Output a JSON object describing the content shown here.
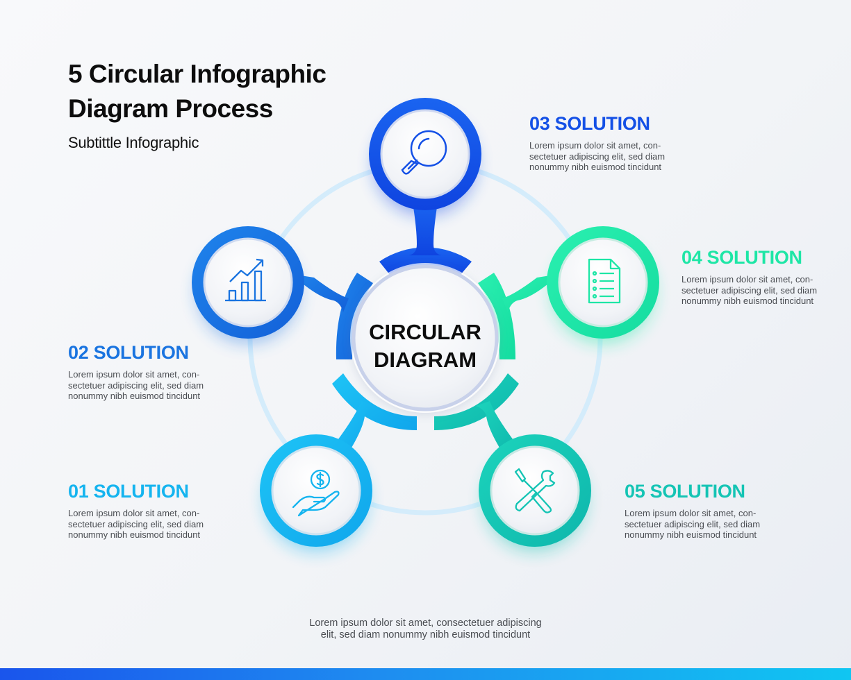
{
  "title": {
    "line1": "5 Circular Infographic",
    "line2": "Diagram Process"
  },
  "subtitle": "Subtittle Infographic",
  "center": {
    "line1": "CIRCULAR",
    "line2": "DIAGRAM"
  },
  "colors": {
    "s01": "#14b4ef",
    "s02": "#1a74e0",
    "s03": "#1450e6",
    "s04": "#1ee6a6",
    "s05": "#14c4b4",
    "ring": "#d2ebfb",
    "bottom_bar": "#1a55ec"
  },
  "solutions": [
    {
      "title": "01 SOLUTION",
      "icon": "money-hand-icon",
      "text": [
        "Lorem ipsum dolor sit amet, con-",
        "sectetuer adipiscing elit, sed diam",
        "nonummy nibh euismod tincidunt"
      ]
    },
    {
      "title": "02 SOLUTION",
      "icon": "growth-chart-icon",
      "text": [
        "Lorem ipsum dolor sit amet, con-",
        "sectetuer adipiscing elit, sed diam",
        "nonummy nibh euismod tincidunt"
      ]
    },
    {
      "title": "03 SOLUTION",
      "icon": "search-icon",
      "text": [
        "Lorem ipsum dolor sit amet, con-",
        "sectetuer adipiscing elit, sed diam",
        "nonummy nibh euismod tincidunt"
      ]
    },
    {
      "title": "04 SOLUTION",
      "icon": "document-list-icon",
      "text": [
        "Lorem ipsum dolor sit amet, con-",
        "sectetuer adipiscing elit, sed diam",
        "nonummy nibh euismod tincidunt"
      ]
    },
    {
      "title": "05 SOLUTION",
      "icon": "tools-icon",
      "text": [
        "Lorem ipsum dolor sit amet, con-",
        "sectetuer adipiscing elit, sed diam",
        "nonummy nibh euismod tincidunt"
      ]
    }
  ],
  "footer": {
    "line1": "Lorem ipsum dolor sit amet, consectetuer adipiscing",
    "line2": "elit, sed diam nonummy nibh euismod tincidunt"
  }
}
